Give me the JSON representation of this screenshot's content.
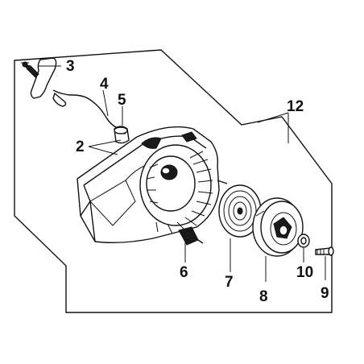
{
  "labels": {
    "p2": "2",
    "p3": "3",
    "p4": "4",
    "p5": "5",
    "p6": "6",
    "p7": "7",
    "p8": "8",
    "p9": "9",
    "p10": "10",
    "p12": "12"
  }
}
